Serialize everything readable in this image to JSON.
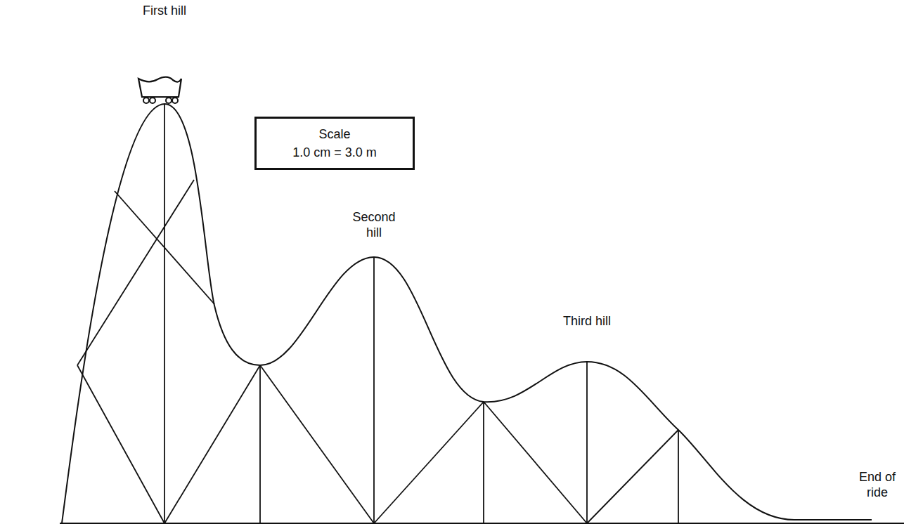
{
  "diagram": {
    "nodes": [
      {
        "text": [
          "Scale",
          "1.0 cm = 3.0 m"
        ]
      }
    ],
    "labels": [
      "First hill",
      "Second hill",
      "Third hill",
      "End of ride"
    ]
  }
}
